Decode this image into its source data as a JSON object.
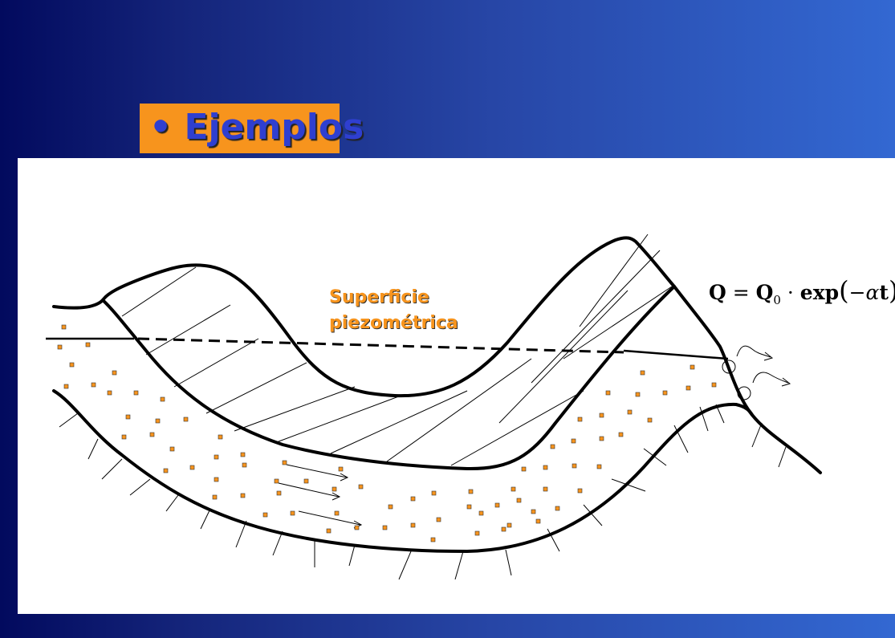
{
  "slide": {
    "title": "• Ejemplos",
    "label_surface": "Superficie piezométrica",
    "formula": {
      "Q": "Q",
      "eq": " = ",
      "Q0": "Q",
      "sub0": "0",
      "dot": " · ",
      "exp": "exp",
      "lp": "(",
      "minus": "−",
      "alpha": "α",
      "t": "t",
      "rp": ")"
    }
  },
  "colors": {
    "background_left": "#020a5e",
    "background_right": "#3368d2",
    "title_box": "#f7941d",
    "title_text": "#2f3fd0",
    "label": "#f7941d",
    "grain": "#f7941d"
  }
}
